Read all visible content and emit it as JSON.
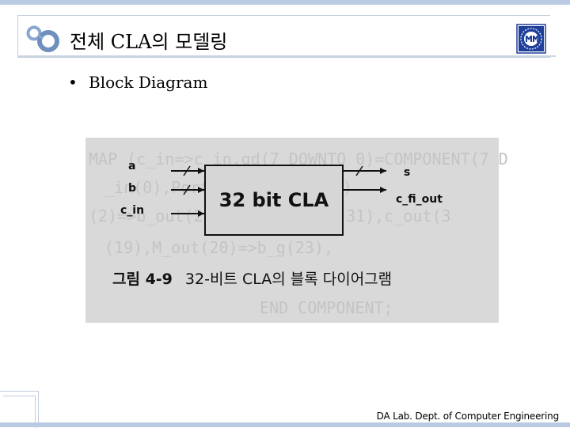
{
  "slide": {
    "title": "전체 CLA의 모델링",
    "bullet_symbol": "•",
    "bullet_text": "Block Diagram",
    "footer": "DA Lab. Dept. of Computer Engineering"
  },
  "figure": {
    "block_label": "32 bit CLA",
    "inputs": [
      "a",
      "b",
      "c_in"
    ],
    "outputs": [
      "s",
      "c_fi_out"
    ],
    "caption_number": "그림 4-9",
    "caption_text": "32-비트 CLA의 블록 다이어그램",
    "background_code_lines": [
      "MAP (c_in=>c_in,gd(7 DOWNTO 0)=COMPONENT(7 D",
      "  _in(0),Port(o_out(0),dd(0)",
      "(2)=>b_out(2),bd_out(2)=>b(31),c_out(3",
      "(19),M_out(20)=>b_g(23),",
      "  ",
      "    END COMPONENT;"
    ]
  },
  "colors": {
    "band": "#b9cbe3",
    "frame": "#c3cfdd",
    "logo_blue": "#1f3f9a"
  },
  "icons": {
    "title_decoration": "linked-circles-icon",
    "logo": "university-emblem-icon"
  }
}
